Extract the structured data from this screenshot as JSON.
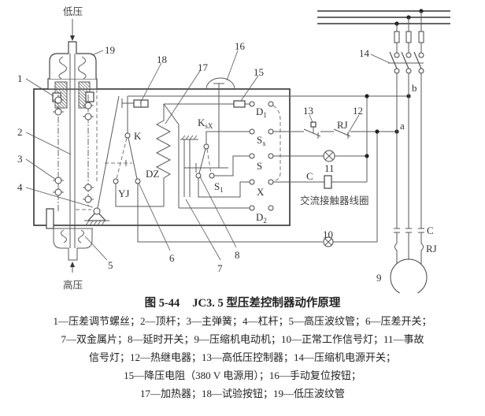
{
  "figure": {
    "number": "图 5-44",
    "title": "JC3. 5 型压差控制器动作原理",
    "legend_lines": [
      "1—压差调节螺丝；2—顶杆；3—主弹簧；4—杠杆；5—高压波纹管；6—压差开关；",
      "7—双金属片；8—延时开关；9—压缩机电动机；10—正常工作信号灯；11—事故",
      "信号灯；12—热继电器；13—高低压控制器；14—压缩机电源开关；",
      "15—降压电阻（380 V 电源用）；16—手动复位按钮；",
      "17—加热器；18—试验按钮；19—低压波纹管"
    ]
  },
  "diagram": {
    "pressure": {
      "low": "低压",
      "high": "高压"
    },
    "callouts": {
      "n1": "1",
      "n2": "2",
      "n3": "3",
      "n4": "4",
      "n5": "5",
      "n6": "6",
      "n7": "7",
      "n8": "8",
      "n9": "9",
      "n10": "10",
      "n11": "11",
      "n12": "12",
      "n13": "13",
      "n14": "14",
      "n15": "15",
      "n16": "16",
      "n17": "17",
      "n18": "18",
      "n19": "19"
    },
    "symbols": {
      "K": "K",
      "YJ": "YJ",
      "DZ": "DZ",
      "KsX": {
        "main": "K",
        "sub": "sX"
      },
      "D1": {
        "main": "D",
        "sub": "1"
      },
      "Sx": {
        "main": "S",
        "sub": "x"
      },
      "S": "S",
      "X": "X",
      "D2": {
        "main": "D",
        "sub": "2"
      },
      "S1": {
        "main": "S",
        "sub": "1"
      },
      "coil": "C",
      "coil_caption": "交流接触器线圈",
      "node_a": "a",
      "node_b": "b",
      "relay_RJ": "RJ",
      "motor_C": "C",
      "motor_RJ": "RJ"
    },
    "components": [
      "low-pressure-bellows",
      "high-pressure-bellows",
      "push-rod",
      "main-spring",
      "lever",
      "differential-switch",
      "bimetal-strip",
      "delay-switch",
      "compressor-motor",
      "normal-lamp",
      "fault-lamp",
      "thermal-relay",
      "hp-lp-controller",
      "power-switch",
      "dropping-resistor",
      "reset-button",
      "heater",
      "test-button",
      "contactor-coil",
      "three-phase-bus",
      "fuses"
    ]
  }
}
